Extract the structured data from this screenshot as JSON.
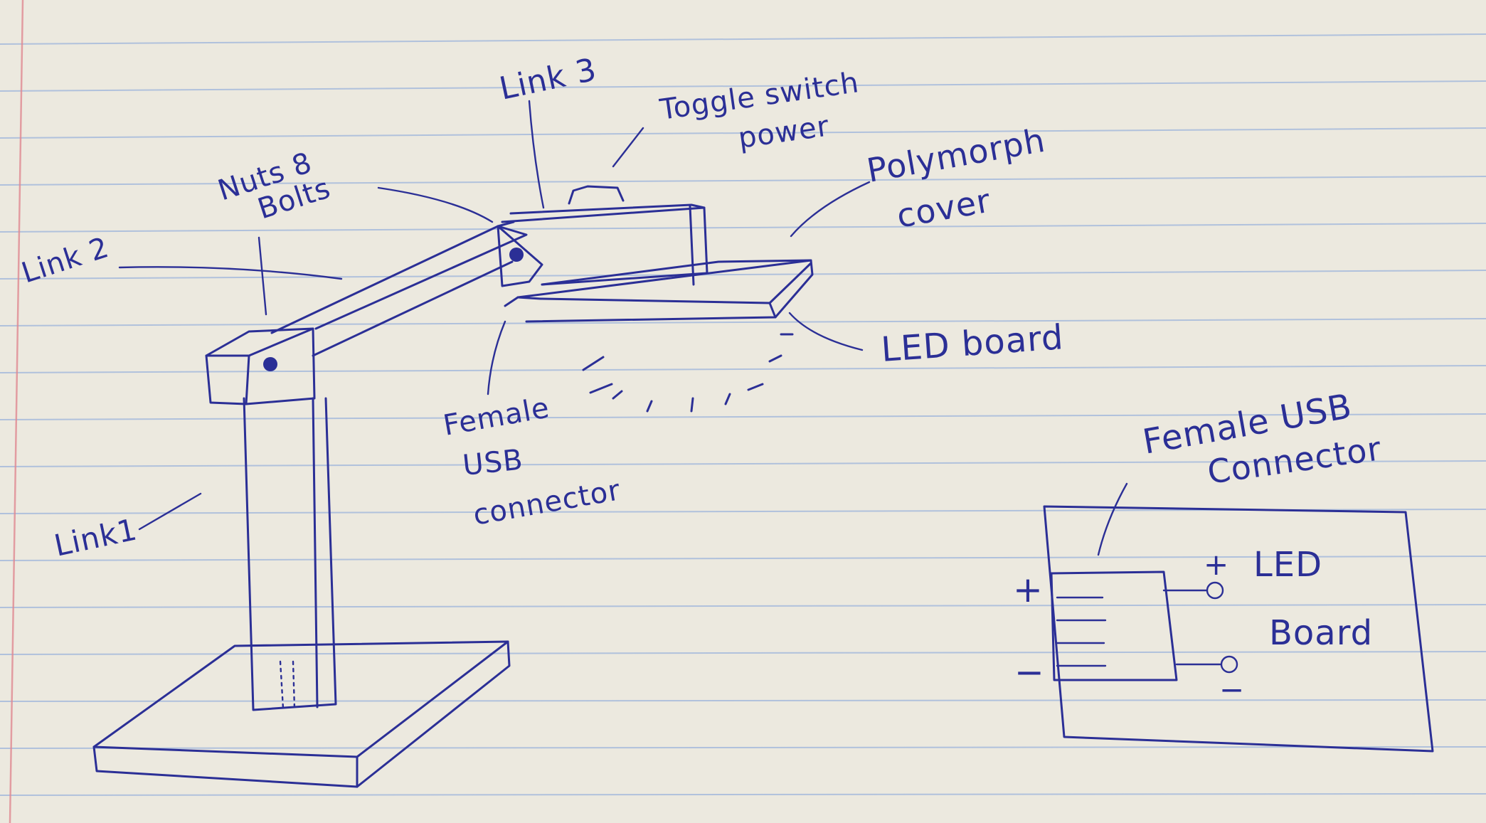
{
  "paper": {
    "background": "#ece9df",
    "rule_color": "#9db4dc",
    "margin_color": "#e08a92",
    "ink_color": "#2b2f96"
  },
  "labels": {
    "link3": "Link 3",
    "toggle_switch_line1": "Toggle switch",
    "toggle_switch_line2": "power",
    "polymorph_line1": "Polymorph",
    "polymorph_line2": "cover",
    "nuts_bolts_line1": "Nuts 8",
    "nuts_bolts_line2": "Bolts",
    "link2": "Link 2",
    "led_board": "LED board",
    "female_usb_line1": "Female",
    "female_usb_line2": "USB",
    "female_usb_line3": "connector",
    "link1": "Link1"
  },
  "schematic": {
    "title_line1": "Female USB",
    "title_line2": "Connector",
    "board_line1": "LED",
    "board_line2": "Board",
    "plus_left": "+",
    "minus_left": "−",
    "plus_right": "+",
    "minus_right": "−"
  }
}
